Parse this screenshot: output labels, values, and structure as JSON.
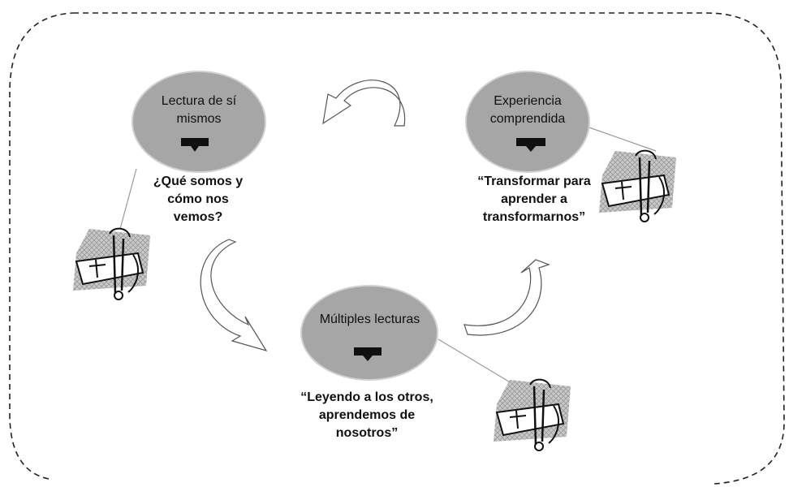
{
  "nodes": [
    {
      "id": "self-reading",
      "label": "Lectura de sí mismos",
      "caption": "¿Qué somos y cómo nos vemos?"
    },
    {
      "id": "understood-experience",
      "label": "Experiencia comprendida",
      "caption": "“Transformar para aprender a transformarnos”"
    },
    {
      "id": "multiple-readings",
      "label": "Múltiples lecturas",
      "caption": "“Leyendo a los otros, aprendemos de nosotros”"
    }
  ],
  "icons": [
    "tools-sketch-icon",
    "tools-sketch-icon",
    "tools-sketch-icon"
  ],
  "colors": {
    "ellipse": "#a6a6a6",
    "frame": "#222222",
    "arrow_stroke": "#555555",
    "marker": "#111111",
    "sketch_bg": "#c9c9c9"
  }
}
